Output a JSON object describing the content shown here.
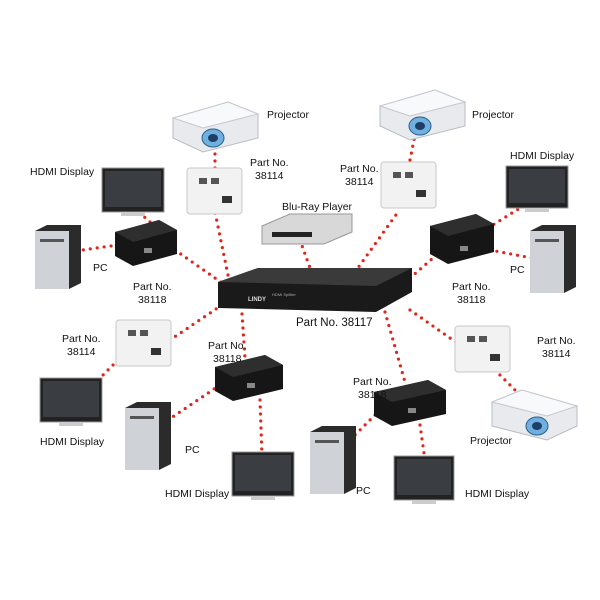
{
  "colors": {
    "link": "#e0261b",
    "device": "#222222",
    "projector": "#e8eaee",
    "plate": "#f2f2f2"
  },
  "logo_text": "LINDY",
  "splitter": {
    "label": "Part No. 38117",
    "panel_text": "HDMI Splitter"
  },
  "bluray": {
    "label": "Blu-Ray Player"
  },
  "labels": {
    "projector_tl": "Projector",
    "projector_tr": "Projector",
    "projector_br": "Projector",
    "plate_tl": [
      "Part No.",
      "38114"
    ],
    "plate_tr": [
      "Part No.",
      "38114"
    ],
    "plate_ml": [
      "Part No.",
      "38114"
    ],
    "plate_mr": [
      "Part No.",
      "38114"
    ],
    "ext_l": [
      "Part No.",
      "38118"
    ],
    "ext_r": [
      "Part No.",
      "38118"
    ],
    "ext_bl": [
      "Part No.",
      "38118"
    ],
    "ext_br": [
      "Part No.",
      "38118"
    ],
    "display_tl": "HDMI Display",
    "display_tr": "HDMI Display",
    "display_bl": "HDMI Display",
    "display_bc": "HDMI Display",
    "display_br": "HDMI Display",
    "pc_l": "PC",
    "pc_r": "PC",
    "pc_bl": "PC",
    "pc_bc": "PC"
  }
}
